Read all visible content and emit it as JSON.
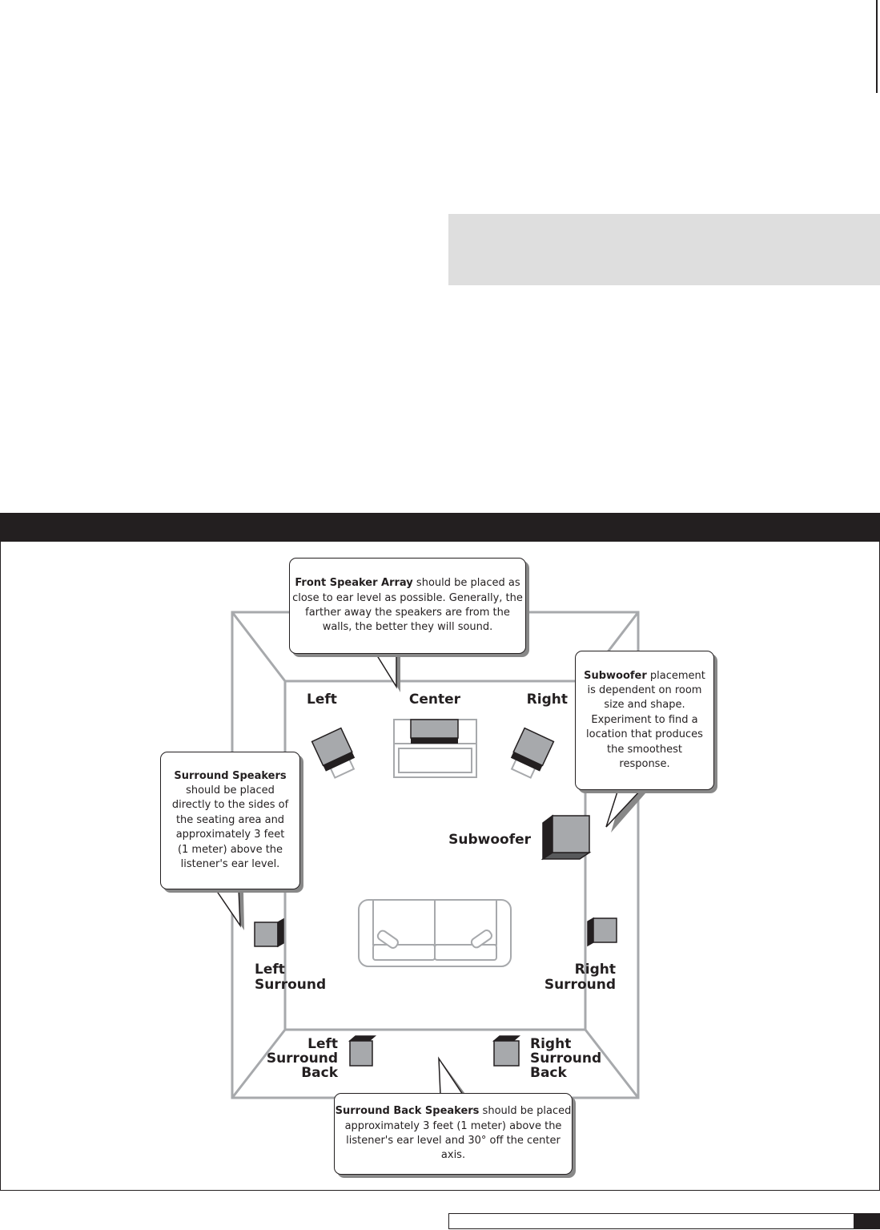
{
  "diagram": {
    "speakers": {
      "left": "Left",
      "center": "Center",
      "right": "Right",
      "subwoofer": "Subwoofer",
      "left_surround": [
        "Left",
        "Surround"
      ],
      "right_surround": [
        "Right",
        "Surround"
      ],
      "left_surround_back": [
        "Left",
        "Surround",
        "Back"
      ],
      "right_surround_back": [
        "Right",
        "Surround",
        "Back"
      ]
    },
    "callouts": {
      "front": {
        "title": "Front Speaker Array",
        "rest": " should be placed as close to ear level as possible. Generally, the farther away the speakers are from the walls, the better they will sound."
      },
      "subwoofer": {
        "title": "Subwoofer",
        "rest": " placement is dependent on room size and shape. Experiment to find a location that produces the smoothest response."
      },
      "surround": {
        "title": "Surround Speakers",
        "rest": " should be placed directly to the sides of the seating area and approximately 3 feet (1 meter) above the listener's ear level."
      },
      "surround_back": {
        "title": "Surround Back Speakers",
        "rest": " should be placed approximately 3 feet (1 meter) above the listener's ear level and 30° off the center axis."
      }
    }
  }
}
